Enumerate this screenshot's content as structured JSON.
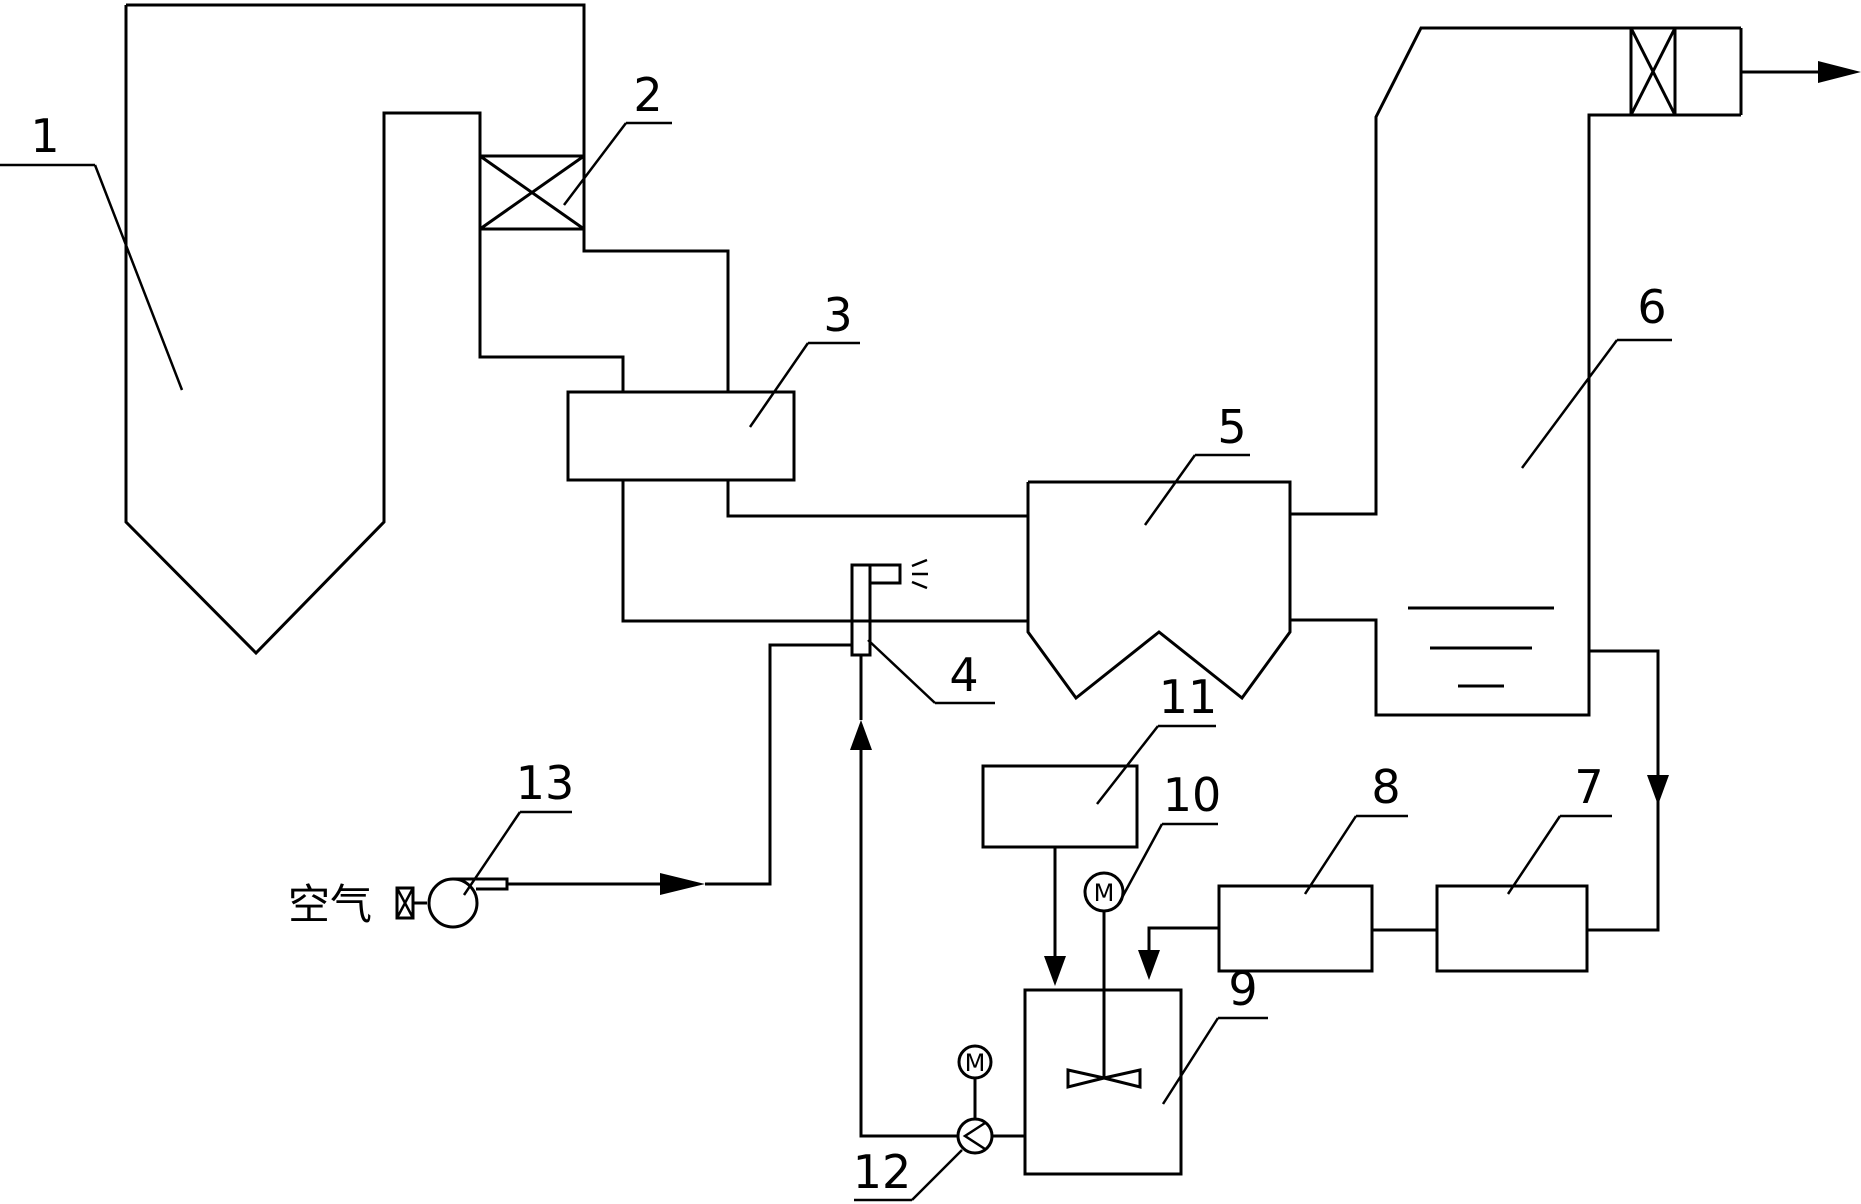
{
  "labels": {
    "l1": "1",
    "l2": "2",
    "l3": "3",
    "l4": "4",
    "l5": "5",
    "l6": "6",
    "l7": "7",
    "l8": "8",
    "l9": "9",
    "l10": "10",
    "l11": "11",
    "l12": "12",
    "l13": "13"
  },
  "air_label": "空气",
  "motor_label": "M"
}
